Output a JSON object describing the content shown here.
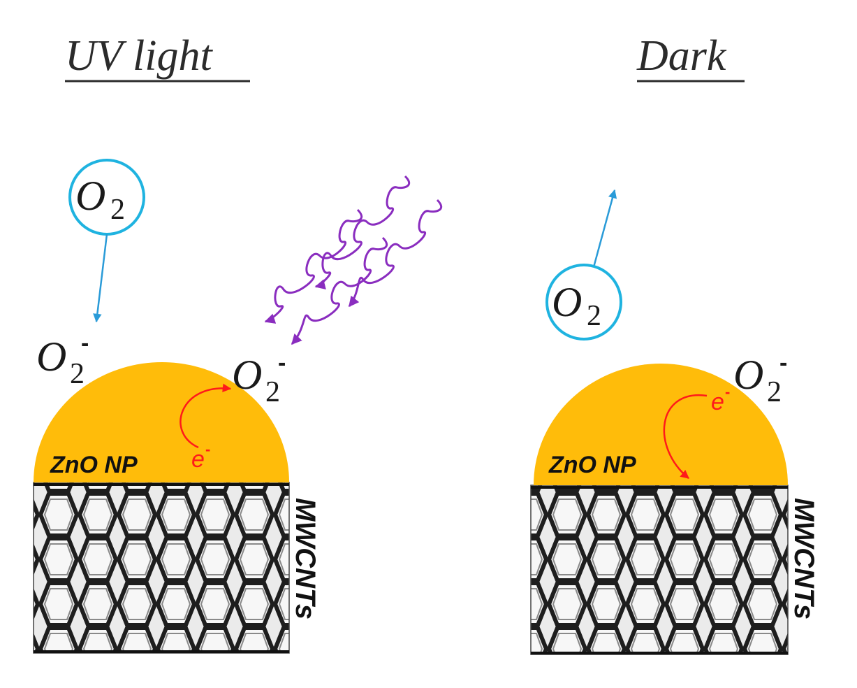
{
  "panels": {
    "uv": {
      "title": "UV light"
    },
    "dark": {
      "title": "Dark"
    }
  },
  "molecules": {
    "o2_base": "O",
    "o2_sub": "2",
    "o2_charge": "-"
  },
  "labels": {
    "nanoparticle": "ZnO NP",
    "nanotubes": "MWCNTs",
    "electron": "e",
    "electron_charge": "-"
  },
  "colors": {
    "nanoparticle": "#ffbc0a",
    "o2_circle": "#1fb3e0",
    "arrow_blue": "#2a9bd8",
    "uv_wave": "#8a2dbf",
    "electron": "#ff1a1a",
    "tube_dark": "#222222",
    "tube_light": "#e8e8e8"
  }
}
